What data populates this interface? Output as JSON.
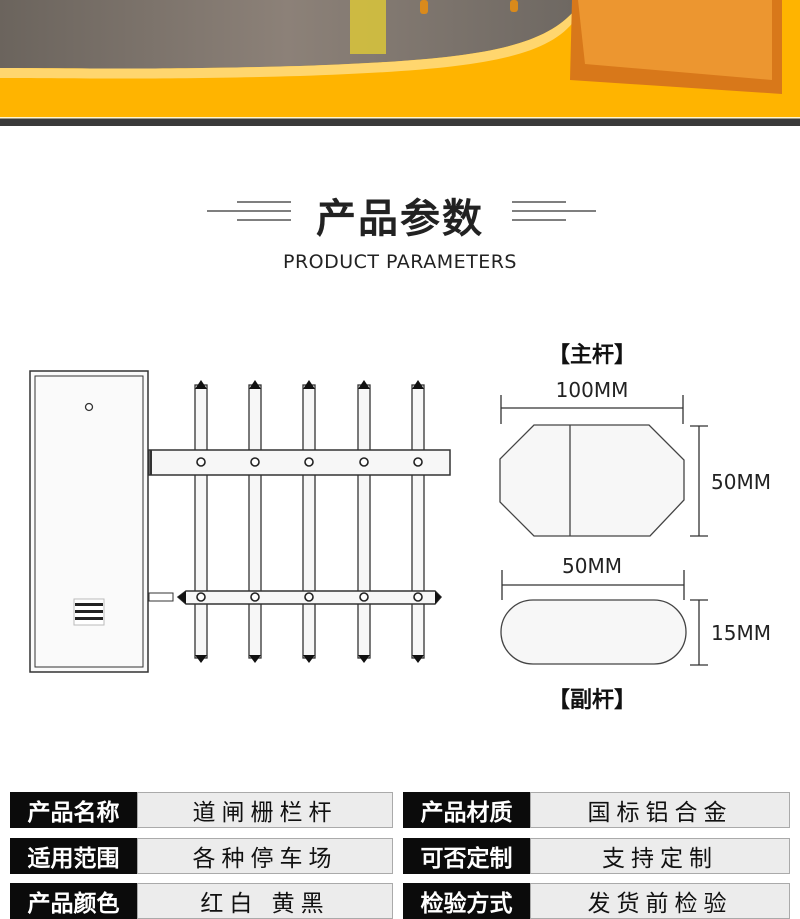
{
  "header": {
    "title": "产品参数",
    "subtitle": "PRODUCT PARAMETERS"
  },
  "diagram": {
    "main_pole_label": "【主杆】",
    "main_width": "100MM",
    "main_height": "50MM",
    "sub_width": "50MM",
    "sub_height": "15MM",
    "sub_pole_label": "【副杆】"
  },
  "specs": [
    {
      "key": "产品名称",
      "value": "道闸栅栏杆",
      "key2": "产品材质",
      "value2": "国标铝合金"
    },
    {
      "key": "适用范围",
      "value": "各种停车场",
      "key2": "可否定制",
      "value2": "支持定制"
    },
    {
      "key": "产品颜色",
      "value": "红白 黄黑",
      "key2": "检验方式",
      "value2": "发货前检验"
    }
  ],
  "colors": {
    "accent": "#ffb400",
    "dark": "#0b0b0b",
    "cell": "#ececec"
  }
}
